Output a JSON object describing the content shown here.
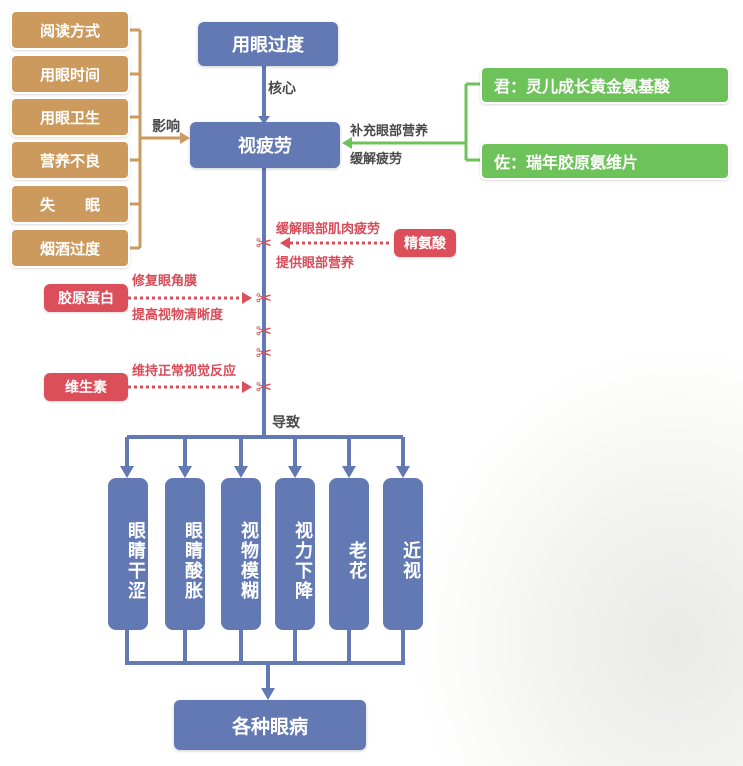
{
  "top": {
    "title": "用眼过度",
    "core_label": "核心"
  },
  "center": {
    "title": "视疲劳",
    "influence_label": "影响"
  },
  "causes": [
    "阅读方式",
    "用眼时间",
    "用眼卫生",
    "营养不良",
    "失　　眠",
    "烟酒过度"
  ],
  "remedy": {
    "label_top": "补充眼部营养",
    "label_bottom": "缓解疲劳",
    "items": [
      "君：灵儿成长黄金氨基酸",
      "佐：瑞年胶原氨维片"
    ]
  },
  "nutrients": [
    {
      "name": "精氨酸",
      "effect_top": "缓解眼部肌肉疲劳",
      "effect_bottom": "提供眼部营养"
    },
    {
      "name": "胶原蛋白",
      "effect_top": "修复眼角膜",
      "effect_bottom": "提高视物清晰度"
    },
    {
      "name": "维生素",
      "effect_top": "维持正常视觉反应",
      "effect_bottom": ""
    }
  ],
  "lead_label": "导致",
  "symptoms": [
    "眼睛干涩",
    "眼睛酸胀",
    "视物模糊",
    "视力下降",
    "老花",
    "近视"
  ],
  "result": "各种眼病",
  "colors": {
    "blue": "#6379b4",
    "tan": "#cc9a5c",
    "green": "#6ec25a",
    "red": "#dc4f5a"
  },
  "icons": [
    "scissors-icon"
  ]
}
